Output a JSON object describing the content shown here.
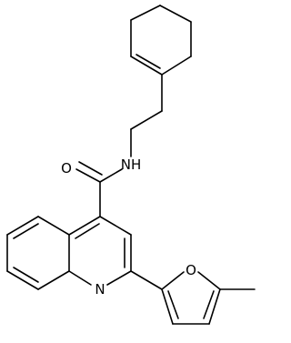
{
  "structure": {
    "atoms": [
      {
        "id": "O_amide",
        "symbol": "O"
      },
      {
        "id": "N_amide",
        "symbol": "N",
        "h": "H"
      },
      {
        "id": "N_quinoline",
        "symbol": "N"
      },
      {
        "id": "O_furan",
        "symbol": "O"
      }
    ],
    "colors": {
      "bond": "#000000",
      "label": "#000000",
      "background": "#ffffff"
    }
  }
}
